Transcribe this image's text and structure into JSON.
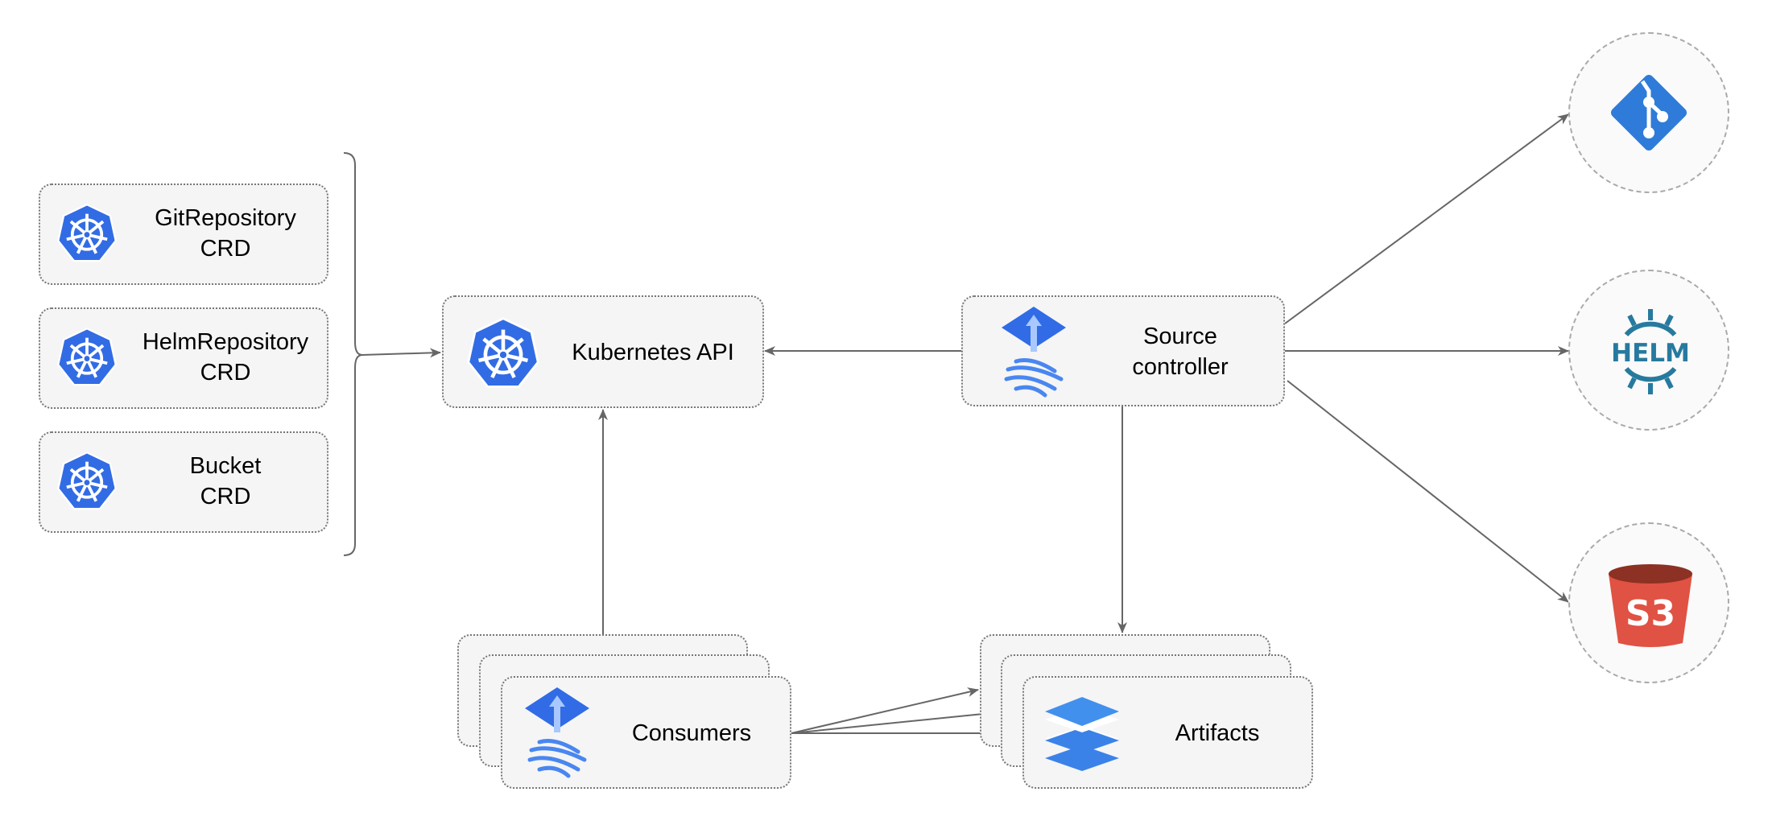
{
  "crds": [
    {
      "label": "GitRepository\nCRD",
      "icon": "kubernetes-icon"
    },
    {
      "label": "HelmRepository\nCRD",
      "icon": "kubernetes-icon"
    },
    {
      "label": "Bucket\nCRD",
      "icon": "kubernetes-icon"
    }
  ],
  "kubernetes_api": {
    "label": "Kubernetes API",
    "icon": "kubernetes-icon"
  },
  "source_controller": {
    "label": "Source\ncontroller",
    "icon": "flux-icon"
  },
  "consumers": {
    "label": "Consumers",
    "icon": "flux-icon"
  },
  "artifacts": {
    "label": "Artifacts",
    "icon": "layers-icon"
  },
  "sources": [
    {
      "name": "git",
      "icon": "git-icon",
      "color": "#2f7bd9"
    },
    {
      "name": "helm",
      "label": "HELM",
      "icon": "helm-icon",
      "color": "#277a9f"
    },
    {
      "name": "s3",
      "label": "S3",
      "icon": "s3-bucket-icon",
      "color": "#e05243"
    }
  ],
  "colors": {
    "kubernetes": "#326ce5",
    "edge": "#666666",
    "box_fill": "#f5f5f5"
  }
}
